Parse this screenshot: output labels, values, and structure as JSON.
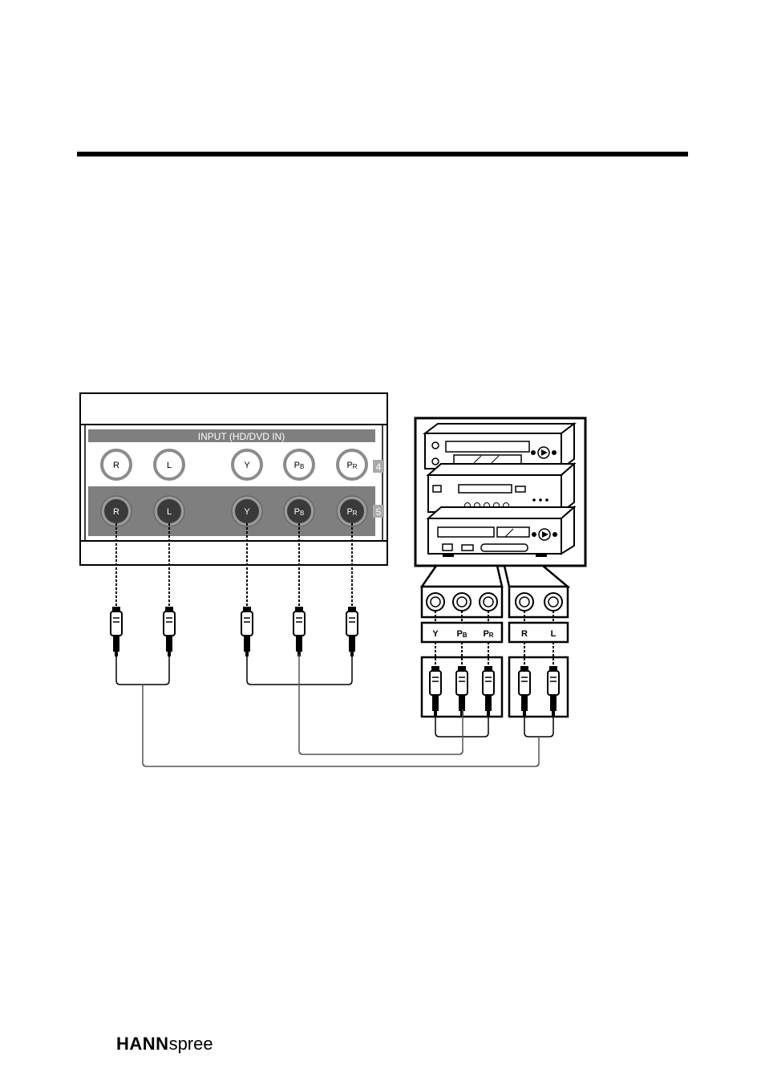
{
  "panel": {
    "header": "INPUT (HD/DVD IN)",
    "row_top_number": "4",
    "row_bottom_number": "5",
    "jacks": [
      {
        "main": "R",
        "sub": ""
      },
      {
        "main": "L",
        "sub": ""
      },
      {
        "main": "Y",
        "sub": ""
      },
      {
        "main": "P",
        "sub": "B"
      },
      {
        "main": "P",
        "sub": "R"
      }
    ]
  },
  "device": {
    "video_labels": [
      {
        "main": "Y",
        "sub": ""
      },
      {
        "main": "P",
        "sub": "B"
      },
      {
        "main": "P",
        "sub": "R"
      }
    ],
    "audio_labels": [
      {
        "main": "R",
        "sub": ""
      },
      {
        "main": "L",
        "sub": ""
      }
    ]
  },
  "footer": {
    "brand_bold": "HANN",
    "brand_light": "spree"
  },
  "colors": {
    "panel_gray": "#7f7f7f",
    "jack_dark": "#3a3a3a",
    "jack_ring": "#8c8c8c",
    "number_box": "#a9a9a9",
    "line": "#000000"
  }
}
